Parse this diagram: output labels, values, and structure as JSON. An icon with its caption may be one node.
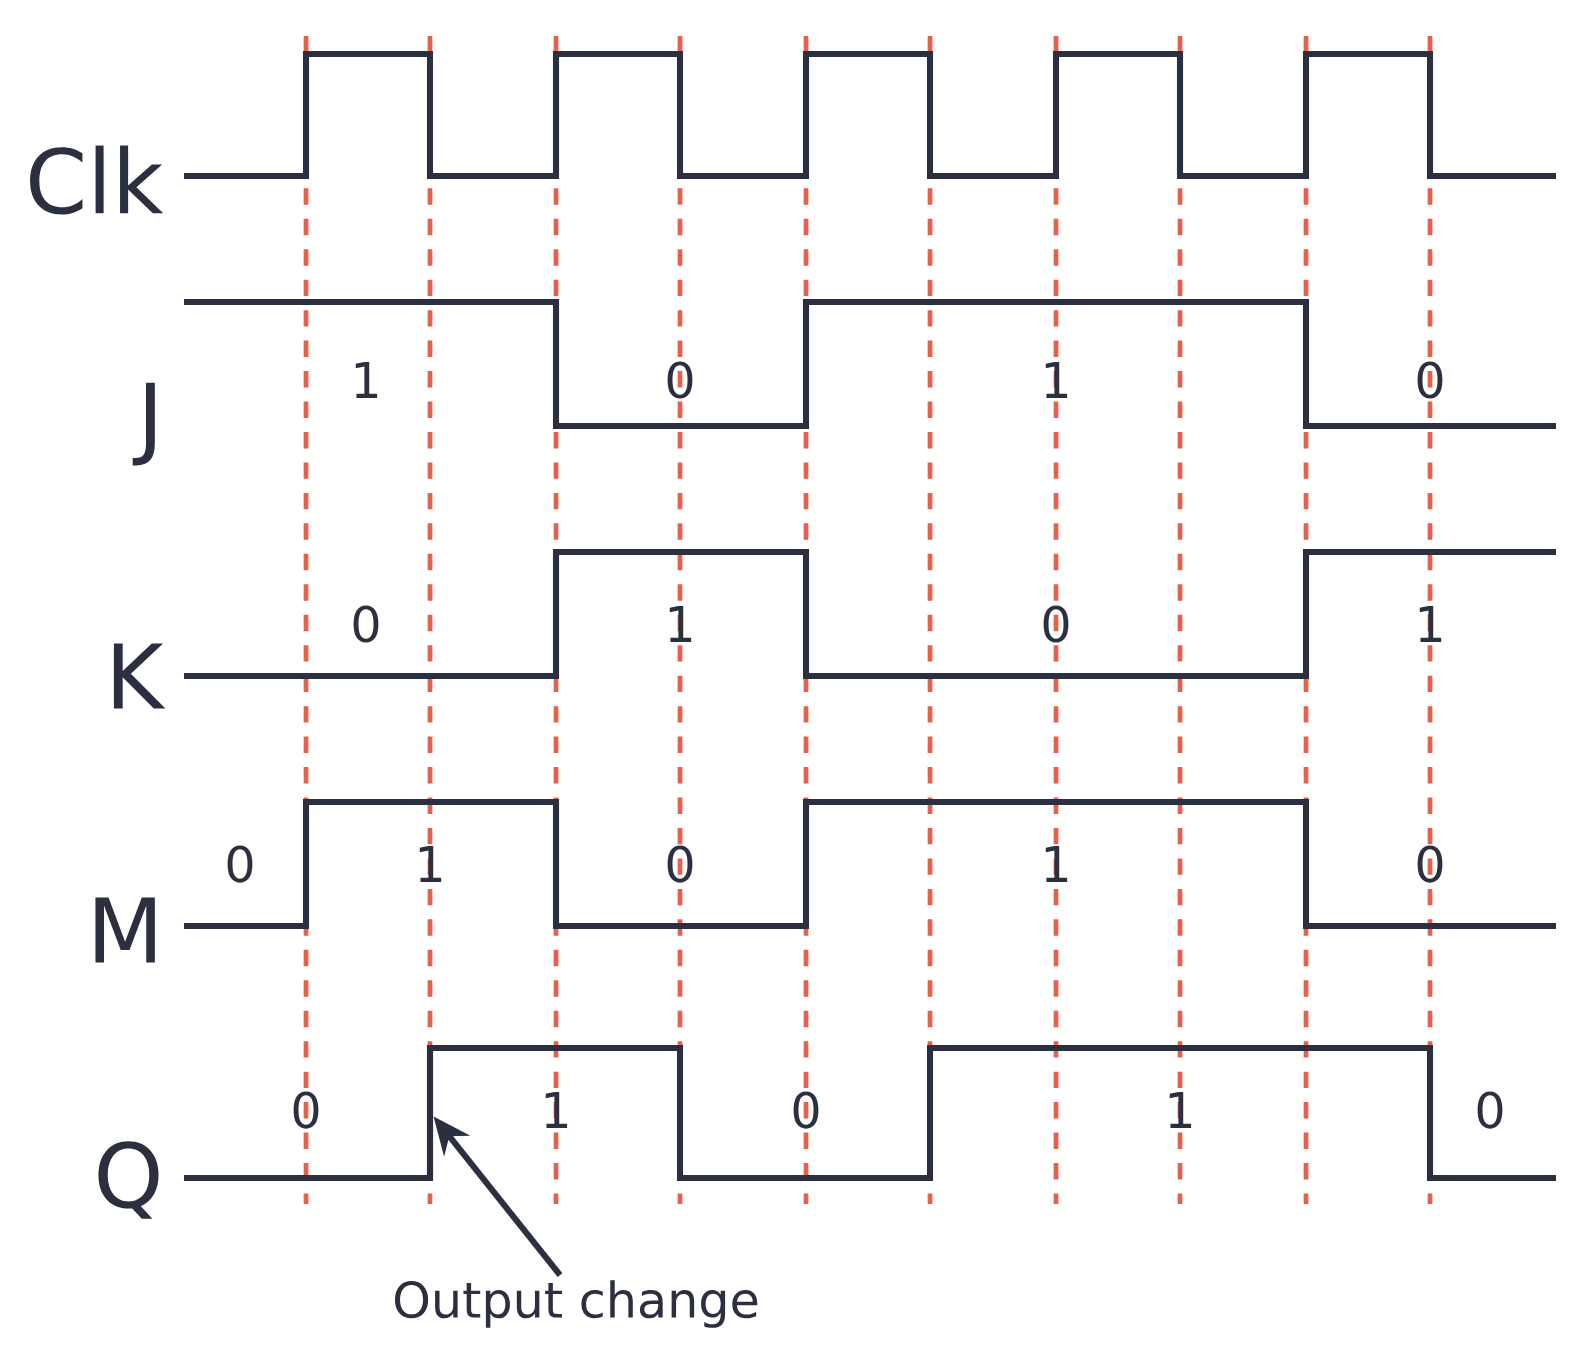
{
  "diagram": {
    "nodes": [
      {
        "text": [
          "Output change"
        ]
      },
      {
        "text": [],
        "shape": "line"
      }
    ],
    "edges": [
      {
        "from": 0,
        "to": 1,
        "arrow": "to"
      }
    ],
    "labels": [
      "Clk",
      "J",
      "1",
      "0",
      "1",
      "0",
      "K",
      "0",
      "1",
      "0",
      "1",
      "M",
      "0",
      "1",
      "0",
      "1",
      "0",
      "Q",
      "0",
      "1",
      "0",
      "1",
      "0"
    ]
  }
}
